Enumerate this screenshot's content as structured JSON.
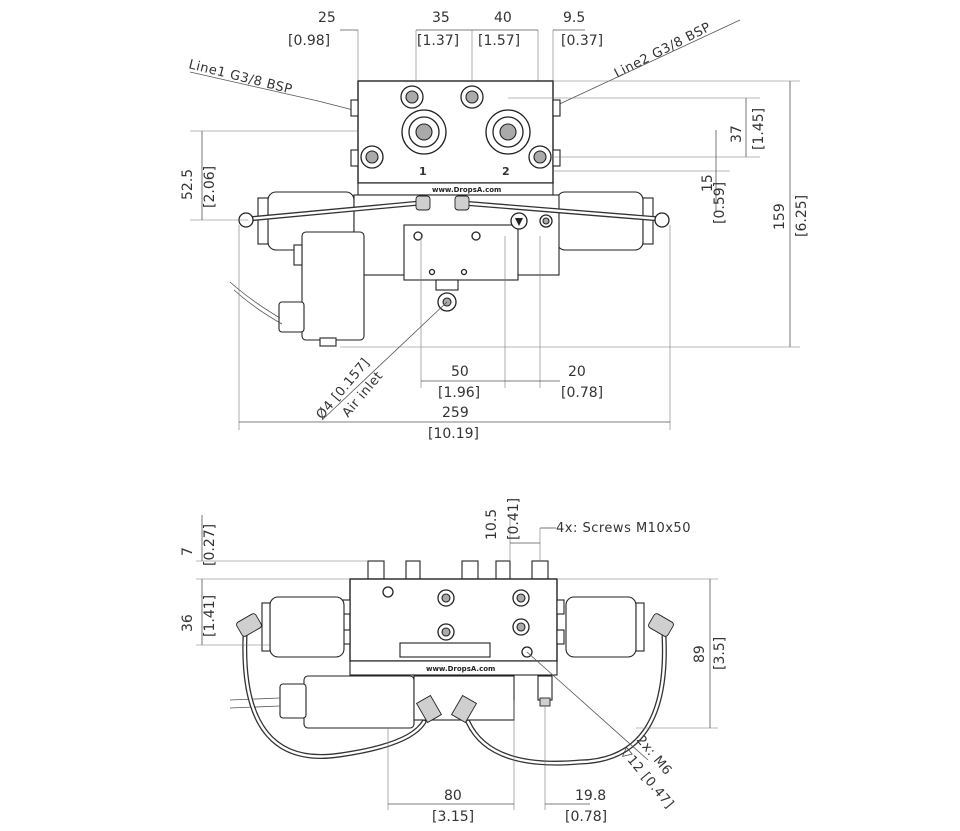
{
  "top_view": {
    "dims": {
      "d25": "25",
      "d25_in": "[0.98]",
      "d35": "35",
      "d35_in": "[1.37]",
      "d40": "40",
      "d40_in": "[1.57]",
      "d9_5": "9.5",
      "d9_5_in": "[0.37]",
      "d52_5": "52.5",
      "d52_5_in": "[2.06]",
      "d37": "37",
      "d37_in": "[1.45]",
      "d15": "15",
      "d15_in": "[0.59]",
      "d159": "159",
      "d159_in": "[6.25]",
      "d50": "50",
      "d50_in": "[1.96]",
      "d20": "20",
      "d20_in": "[0.78]",
      "d259": "259",
      "d259_in": "[10.19]"
    },
    "labels": {
      "line1": "Line1 G3/8 BSP",
      "line2": "Line2 G3/8 BSP",
      "air_inlet_dia": "Ø4 [0.157]",
      "air_inlet": "Air inlet",
      "port1": "1",
      "port2": "2",
      "logo": "www.DropsA.com"
    }
  },
  "bottom_view": {
    "dims": {
      "d7": "7",
      "d7_in": "[0.27]",
      "d36": "36",
      "d36_in": "[1.41]",
      "d10_5": "10.5",
      "d10_5_in": "[0.41]",
      "d89": "89",
      "d89_in": "[3.5]",
      "d80": "80",
      "d80_in": "[3.15]",
      "d19_8": "19.8",
      "d19_8_in": "[0.78]"
    },
    "labels": {
      "screws": "4x: Screws M10x50",
      "m6": "2x: M6",
      "m6_depth": "▽12 [0.47]",
      "logo": "www.DropsA.com"
    }
  }
}
